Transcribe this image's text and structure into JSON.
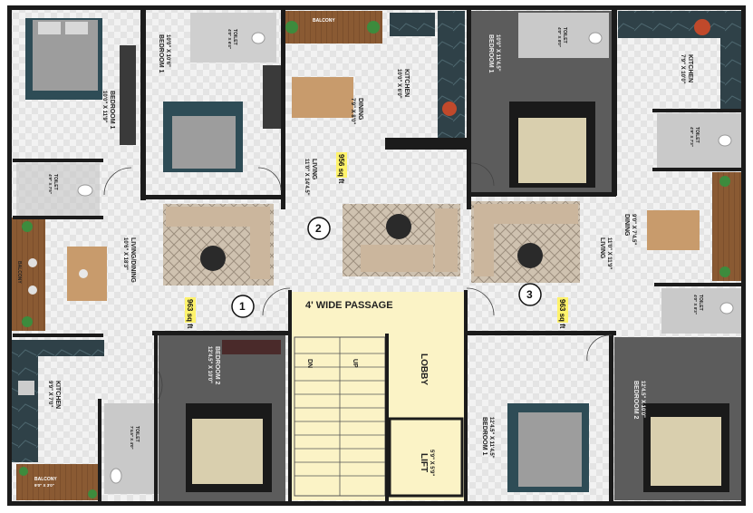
{
  "units": [
    {
      "number": "1",
      "area": "963 sq ft"
    },
    {
      "number": "2",
      "area": "956 sq ft"
    },
    {
      "number": "3",
      "area": "963 sq ft"
    }
  ],
  "rooms": {
    "u1_bedroom1": {
      "name": "BEDROOM 1",
      "size": "10'0\" X 11'9\""
    },
    "u1_bedroom2": {
      "name": "BEDROOM 2",
      "size": "12'4.5\" X 10'0\""
    },
    "u1_toilet1": {
      "name": "TOILET",
      "size": "4'9\" X 7'5\""
    },
    "u1_toilet2": {
      "name": "TOILET",
      "size": "7'4.5\" X 4'0\""
    },
    "u1_living": {
      "name": "LIVING/DINING",
      "size": "10'6\" X 18'3\""
    },
    "u1_kitchen": {
      "name": "KITCHEN",
      "size": "9'9\" X 7'0\""
    },
    "u1_balcony": {
      "name": "BALCONY",
      "size": "9'0\" X 3'0\""
    },
    "u1_balcony_side": {
      "name": "BALCONY",
      "size": ""
    },
    "u2_bedroom1": {
      "name": "BEDROOM 1",
      "size": "10'0\" X 10'6\""
    },
    "u2_toilet": {
      "name": "TOILET",
      "size": "4'0\" X 6'4\""
    },
    "u2_balcony": {
      "name": "BALCONY",
      "size": ""
    },
    "u2_dining": {
      "name": "DINING",
      "size": "7'9\" X 8'0\""
    },
    "u2_kitchen": {
      "name": "KITCHEN",
      "size": "10'0\" X 6'0\""
    },
    "u2_living": {
      "name": "LIVING",
      "size": "11'0\" X 14'4.5\""
    },
    "u3_bedroom1": {
      "name": "BEDROOM 1",
      "size": "10'0\" X 11'4.5\""
    },
    "u3_bedroom1b": {
      "name": "BEDROOM 1",
      "size": "12'4.5\" X 11'4.5\""
    },
    "u3_bedroom2": {
      "name": "BEDROOM 2",
      "size": "12'4.5\" X 10'0\""
    },
    "u3_toilet1": {
      "name": "TOILET",
      "size": "4'0\" X 8'0\""
    },
    "u3_toilet2": {
      "name": "TOILET",
      "size": "4'9\" X 7'3\""
    },
    "u3_toilet3": {
      "name": "TOILET",
      "size": "4'0\" X 8'3\""
    },
    "u3_kitchen": {
      "name": "KITCHEN",
      "size": "7'9\" X 10'0\""
    },
    "u3_dining": {
      "name": "DINING",
      "size": "9'0\" X 7'4.5\""
    },
    "u3_living": {
      "name": "LIVING",
      "size": "11'0\" X 11'9\""
    }
  },
  "common": {
    "passage": "4' WIDE PASSAGE",
    "lobby": "LOBBY",
    "lift_name": "LIFT",
    "lift_size": "5'9\" X 5'9\"",
    "stair_dn": "DN",
    "stair_up": "UP"
  }
}
